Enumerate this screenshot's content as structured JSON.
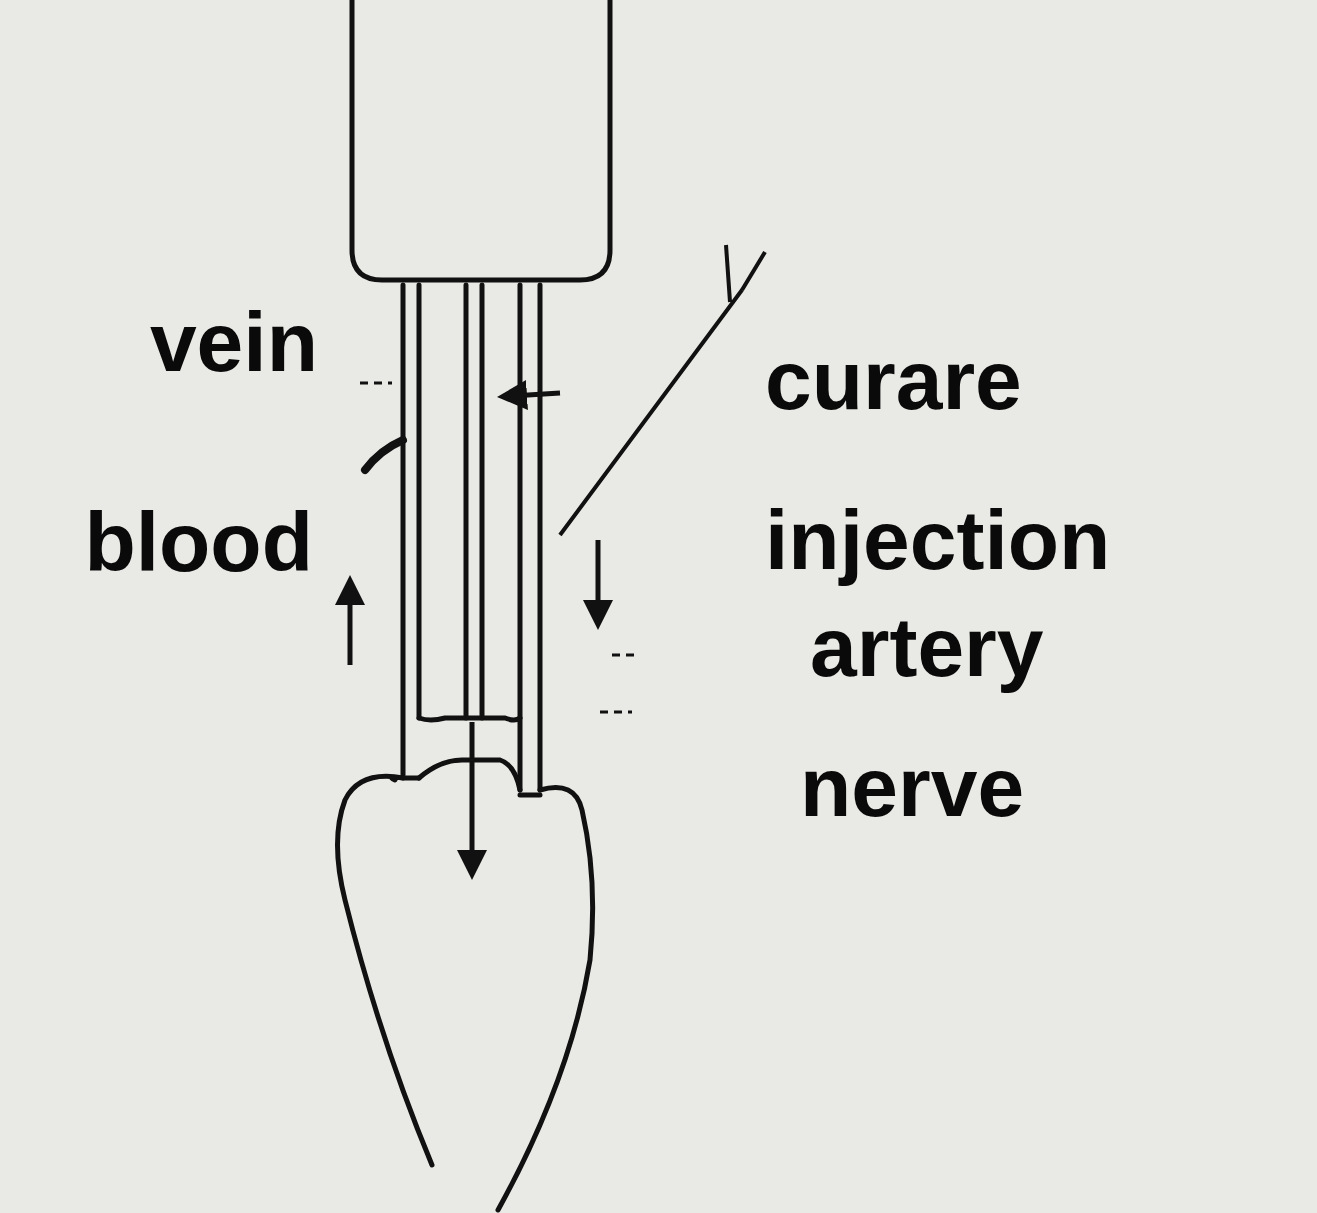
{
  "diagram": {
    "labels": [
      "vein",
      "blood",
      "curare injection",
      "artery",
      "nerve"
    ]
  }
}
